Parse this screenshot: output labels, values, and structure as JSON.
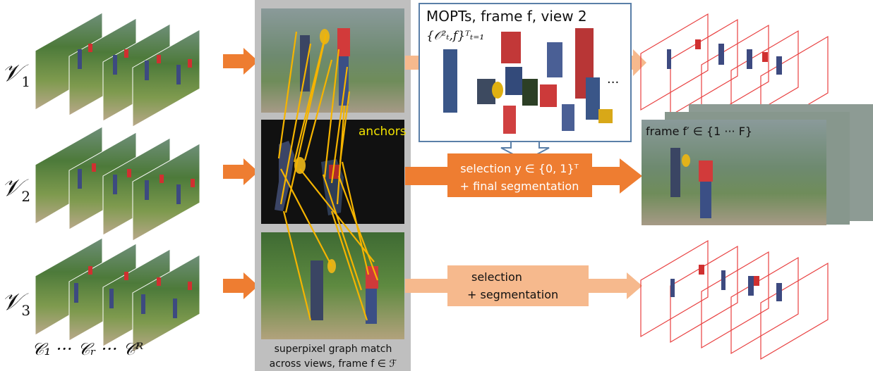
{
  "views": [
    {
      "symbol": "𝒱",
      "sub": "1"
    },
    {
      "symbol": "𝒱",
      "sub": "2"
    },
    {
      "symbol": "𝒱",
      "sub": "3"
    }
  ],
  "cameras_label": "𝒞₁ ··· 𝒞ᵣ ··· 𝒞ᴿ",
  "anchors_label": "anchors",
  "center_caption": {
    "line1": "superpixel graph match",
    "line2": "across views, frame f ∈ ℱ"
  },
  "mopts_box": {
    "title": "MOPTs, frame f, view 2",
    "formula": "{𝒪²ₜ,f}ᵀₜ₌₁",
    "ellipsis": "..."
  },
  "selection_final": {
    "line1": "selection y ∈ {0, 1}ᵀ",
    "line2": "+ final segmentation"
  },
  "selection_plain": {
    "line1": "selection",
    "line2": "+ segmentation"
  },
  "frame_label": "frame f′ ∈ {1 ··· F}",
  "colors": {
    "orange_dark": "#ee7d31",
    "orange_light": "#f6b98d",
    "yellow_match": "#f5b400",
    "gray_panel": "#bfbfbf",
    "red_outline": "#e84040",
    "mopts_border": "#5a7fa8"
  }
}
